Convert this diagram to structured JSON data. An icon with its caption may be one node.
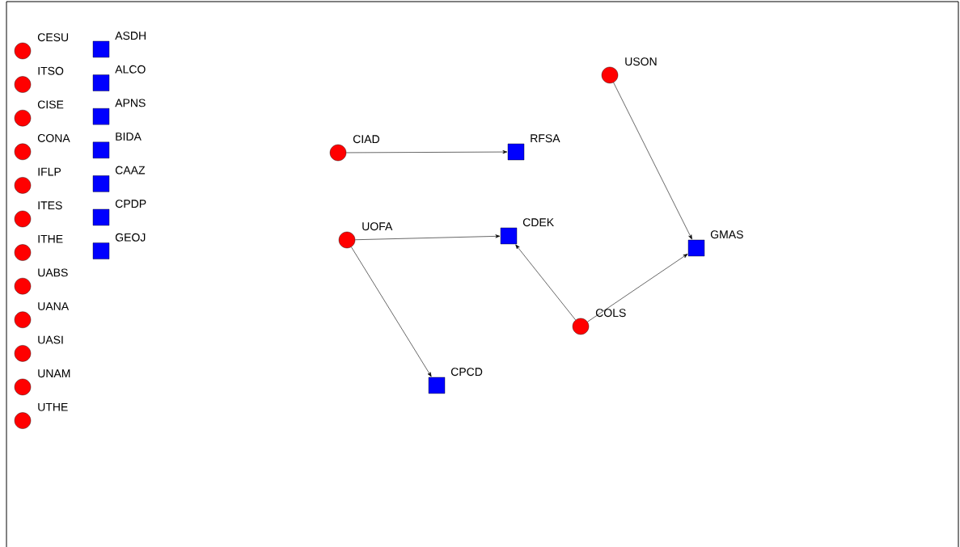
{
  "diagram": {
    "nodes": [
      {
        "text": [],
        "shape": "circle",
        "beside": [
          "CESU"
        ]
      },
      {
        "text": [],
        "shape": "circle",
        "beside": [
          "ITSO"
        ]
      },
      {
        "text": [],
        "shape": "circle",
        "beside": [
          "CISE"
        ]
      },
      {
        "text": [],
        "shape": "circle",
        "beside": [
          "CONA"
        ]
      },
      {
        "text": [],
        "shape": "circle",
        "beside": [
          "IFLP"
        ]
      },
      {
        "text": [],
        "shape": "circle",
        "beside": [
          "ITES"
        ]
      },
      {
        "text": [],
        "shape": "circle",
        "beside": [
          "ITHE"
        ]
      },
      {
        "text": [],
        "shape": "circle",
        "beside": [
          "UABS"
        ]
      },
      {
        "text": [],
        "shape": "circle",
        "beside": [
          "UANA"
        ]
      },
      {
        "text": [],
        "shape": "circle",
        "beside": [
          "UASI"
        ]
      },
      {
        "text": [],
        "shape": "circle",
        "beside": [
          "UNAM"
        ]
      },
      {
        "text": [],
        "shape": "circle",
        "beside": [
          "UTHE"
        ]
      },
      {
        "text": [],
        "shape": "box",
        "beside": [
          "ASDH"
        ]
      },
      {
        "text": [],
        "shape": "box",
        "beside": [
          "ALCO"
        ]
      },
      {
        "text": [],
        "shape": "box",
        "beside": [
          "APNS"
        ]
      },
      {
        "text": [],
        "shape": "box",
        "beside": [
          "BIDA"
        ]
      },
      {
        "text": [],
        "shape": "box",
        "beside": [
          "CAAZ"
        ]
      },
      {
        "text": [],
        "shape": "box",
        "beside": [
          "CPDP"
        ]
      },
      {
        "text": [],
        "shape": "box",
        "beside": [
          "GEOJ"
        ]
      },
      {
        "text": [],
        "shape": "circle",
        "beside": [
          "USON"
        ]
      },
      {
        "text": [],
        "shape": "circle",
        "beside": [
          "CIAD"
        ]
      },
      {
        "text": [],
        "shape": "box",
        "beside": [
          "RFSA"
        ]
      },
      {
        "text": [],
        "shape": "circle",
        "beside": [
          "UOFA"
        ]
      },
      {
        "text": [],
        "shape": "box",
        "beside": [
          "CDEK"
        ]
      },
      {
        "text": [],
        "shape": "box",
        "beside": [
          "GMAS"
        ]
      },
      {
        "text": [],
        "shape": "circle",
        "beside": [
          "COLS"
        ]
      },
      {
        "text": [],
        "shape": "box",
        "beside": [
          "CPCD"
        ]
      }
    ],
    "edges": [
      {
        "from": 20,
        "to": 21,
        "arrow": "to"
      },
      {
        "from": 19,
        "to": 24,
        "arrow": "to"
      },
      {
        "from": 22,
        "to": 23,
        "arrow": "to"
      },
      {
        "from": 22,
        "to": 26,
        "arrow": "to"
      },
      {
        "from": 25,
        "to": 23,
        "arrow": "to"
      },
      {
        "from": 25,
        "to": 24,
        "arrow": "to"
      }
    ]
  }
}
